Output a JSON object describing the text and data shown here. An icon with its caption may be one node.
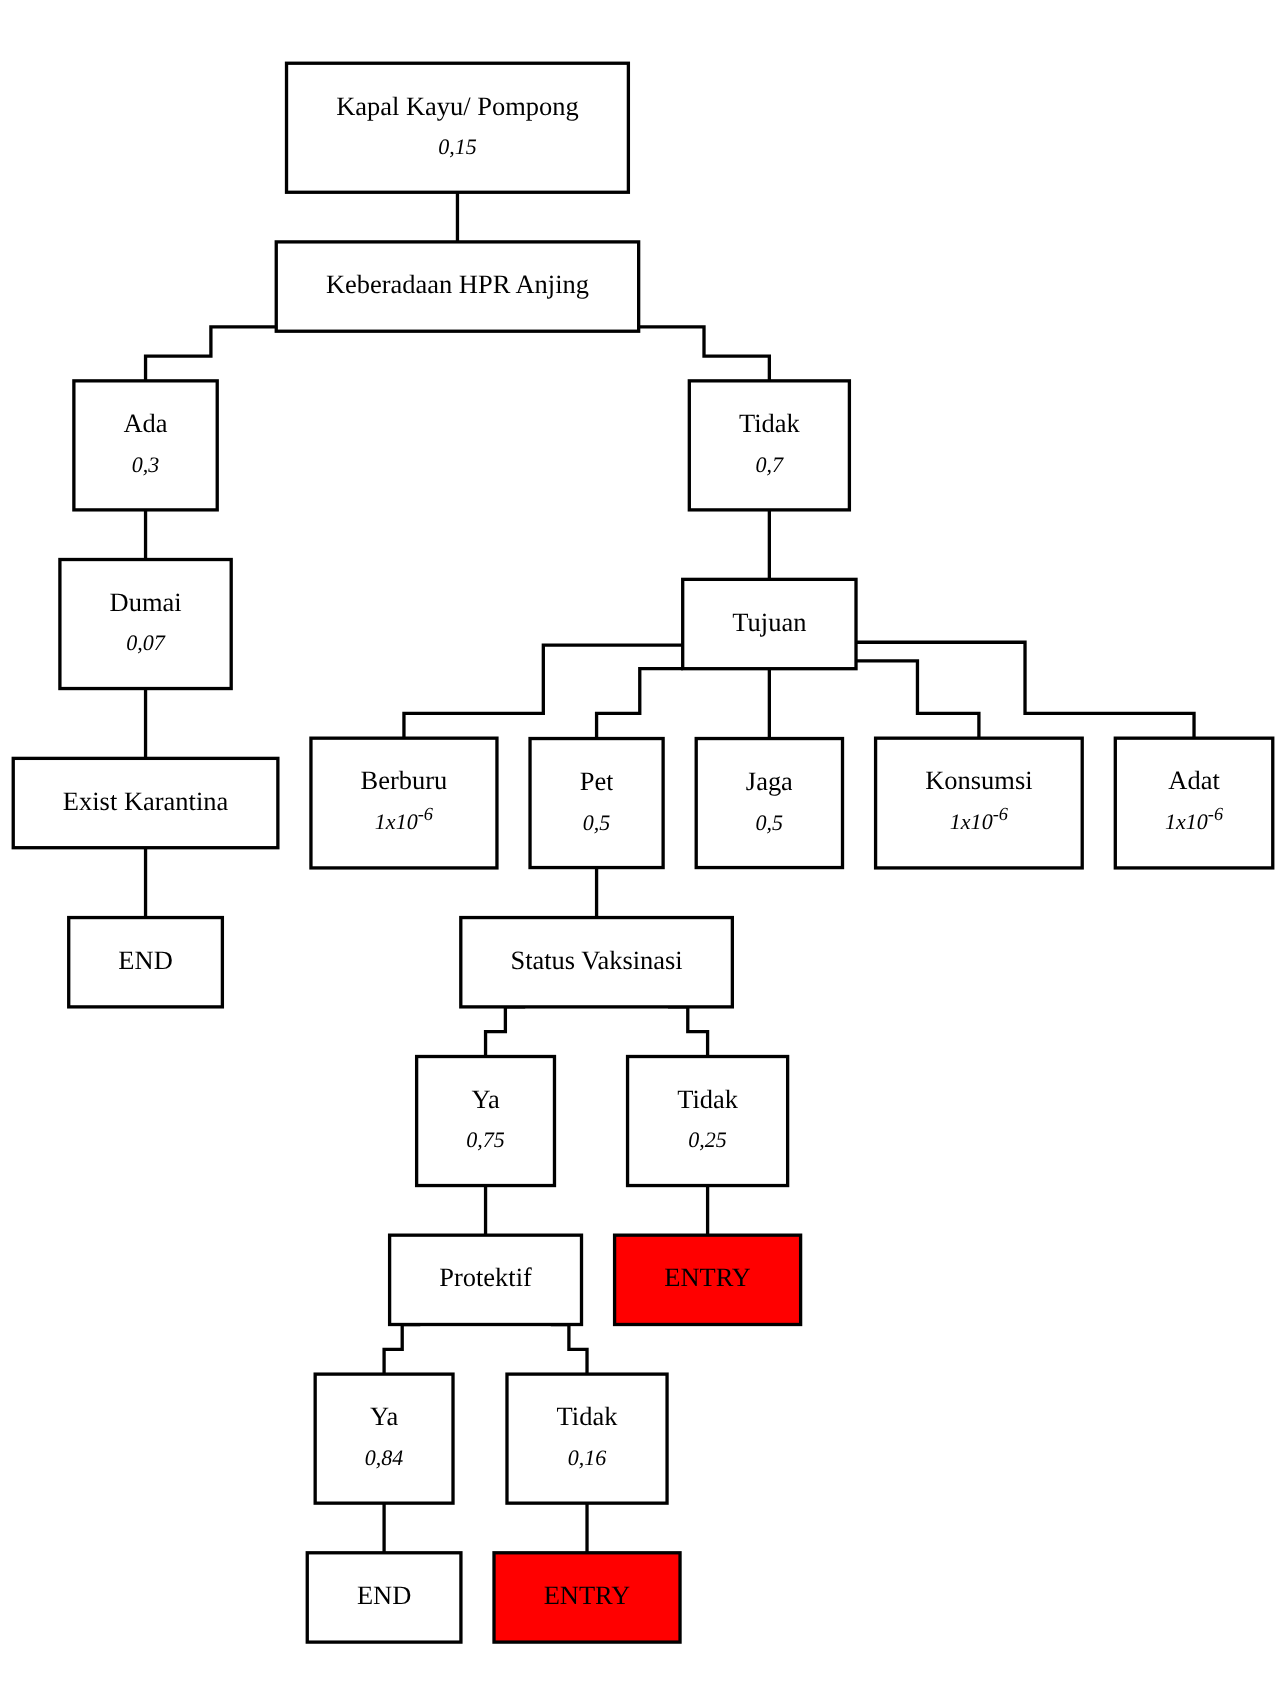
{
  "diagram": {
    "nodes": [
      {
        "text": [
          "Kapal Kayu/ Pompong",
          "0,15"
        ]
      },
      {
        "text": [
          "Keberadaan HPR Anjing"
        ]
      },
      {
        "text": [
          "Ada",
          "0,3"
        ]
      },
      {
        "text": [
          "Tidak",
          "0,7"
        ]
      },
      {
        "text": [
          "Dumai",
          "0,07"
        ]
      },
      {
        "text": [
          "Exist Karantina"
        ]
      },
      {
        "text": [
          "Tujuan"
        ]
      },
      {
        "text": [
          "END"
        ]
      },
      {
        "text": [
          "Berburu",
          "1x10$^{-6}$"
        ]
      },
      {
        "text": [
          "Pet",
          "0,5"
        ]
      },
      {
        "text": [
          "Jaga",
          "0,5"
        ]
      },
      {
        "text": [
          "Konsumsi",
          "1x10$^{-6}$"
        ]
      },
      {
        "text": [
          "Adat",
          "1x10$^{-6}$"
        ]
      },
      {
        "text": [
          "Status Vaksinasi"
        ]
      },
      {
        "text": [
          "Ya",
          "0,75"
        ]
      },
      {
        "text": [
          "Tidak",
          "0,25"
        ]
      },
      {
        "text": [
          "Protektif"
        ]
      },
      {
        "text": [
          "ENTRY"
        ]
      },
      {
        "text": [
          "Ya",
          "0,84"
        ]
      },
      {
        "text": [
          "Tidak",
          "0,16"
        ]
      },
      {
        "text": [
          "END"
        ]
      },
      {
        "text": [
          "ENTRY"
        ]
      }
    ],
    "edges": [
      {
        "from": 0,
        "to": 1,
        "arrow": "none"
      },
      {
        "from": 1,
        "to": 2,
        "arrow": "none"
      },
      {
        "from": 1,
        "to": 3,
        "arrow": "none"
      },
      {
        "from": 2,
        "to": 4,
        "arrow": "none"
      },
      {
        "from": 4,
        "to": 5,
        "arrow": "none"
      },
      {
        "from": 5,
        "to": 7,
        "arrow": "none"
      },
      {
        "from": 3,
        "to": 6,
        "arrow": "none"
      },
      {
        "from": 6,
        "to": 8,
        "arrow": "none"
      },
      {
        "from": 6,
        "to": 9,
        "arrow": "none"
      },
      {
        "from": 6,
        "to": 10,
        "arrow": "none"
      },
      {
        "from": 6,
        "to": 11,
        "arrow": "none"
      },
      {
        "from": 6,
        "to": 12,
        "arrow": "none"
      },
      {
        "from": 9,
        "to": 13,
        "arrow": "none"
      },
      {
        "from": 13,
        "to": 14,
        "arrow": "none"
      },
      {
        "from": 13,
        "to": 15,
        "arrow": "none"
      },
      {
        "from": 14,
        "to": 16,
        "arrow": "none"
      },
      {
        "from": 15,
        "to": 17,
        "arrow": "none"
      },
      {
        "from": 16,
        "to": 18,
        "arrow": "none"
      },
      {
        "from": 16,
        "to": 19,
        "arrow": "none"
      },
      {
        "from": 18,
        "to": 20,
        "arrow": "none"
      },
      {
        "from": 19,
        "to": 21,
        "arrow": "none"
      }
    ]
  }
}
